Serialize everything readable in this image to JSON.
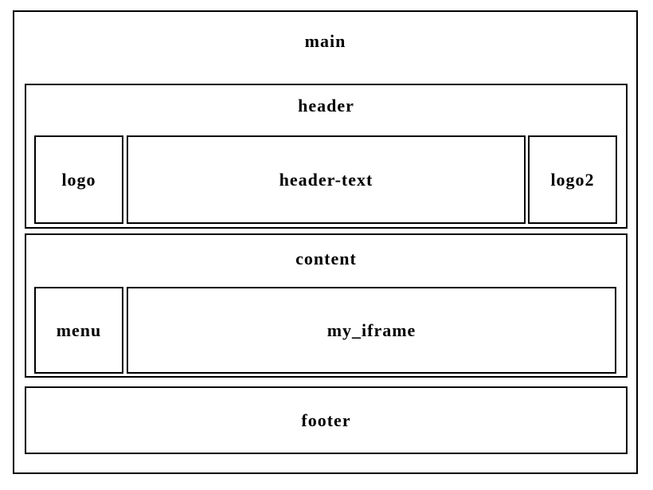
{
  "colors": {
    "border": "#000000",
    "background": "#ffffff",
    "text": "#000000"
  },
  "boxes": {
    "main": "main",
    "header": "header",
    "logo": "logo",
    "header_text": "header-text",
    "logo2": "logo2",
    "content": "content",
    "menu": "menu",
    "my_iframe": "my_iframe",
    "footer": "footer"
  }
}
